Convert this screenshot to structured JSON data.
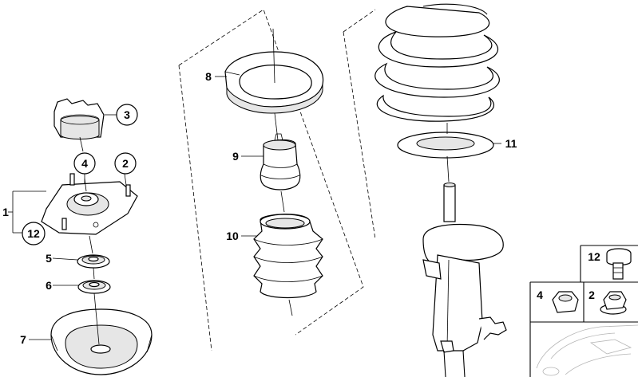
{
  "callouts": {
    "c1": "1",
    "c2": "2",
    "c3": "3",
    "c4": "4",
    "c5": "5",
    "c6": "6",
    "c7": "7",
    "c8": "8",
    "c9": "9",
    "c10": "10",
    "c11": "11",
    "c12": "12"
  },
  "legend_box": {
    "c12": "12",
    "c4": "4",
    "c2": "2"
  }
}
